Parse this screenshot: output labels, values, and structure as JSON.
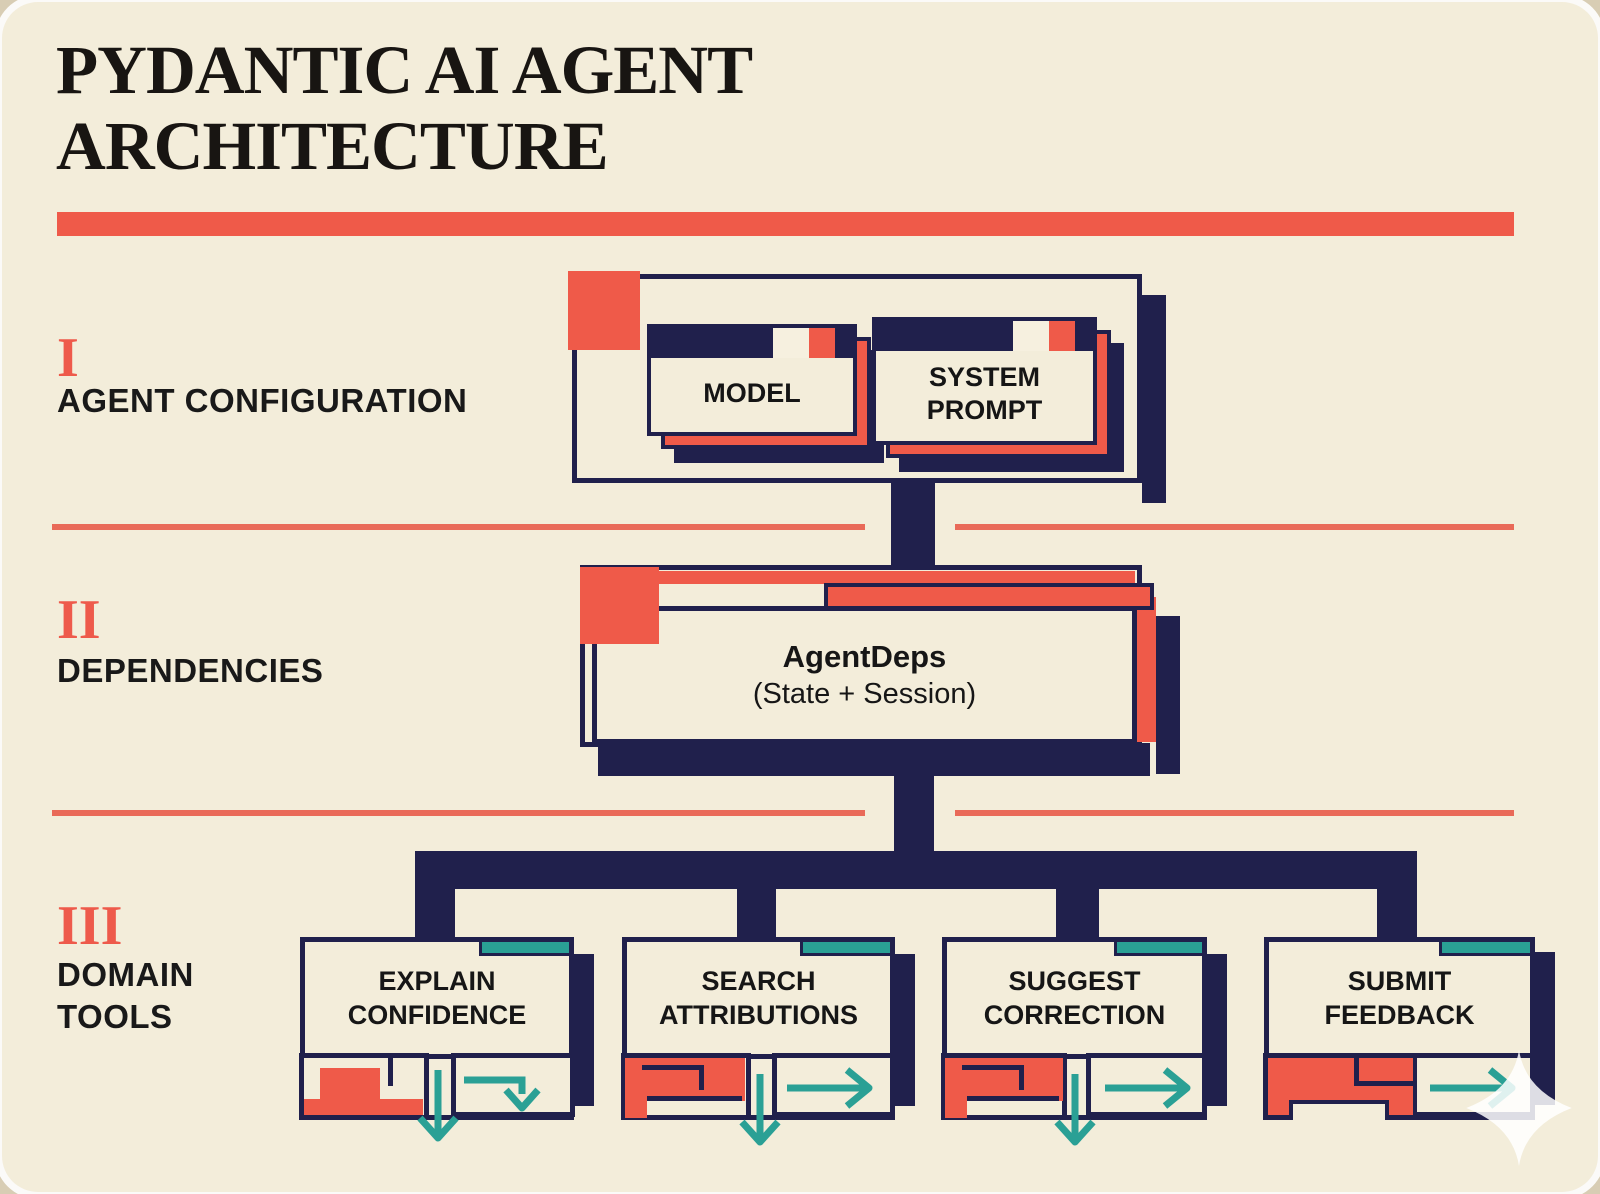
{
  "page": {
    "title_line1": "PYDANTIC AI AGENT",
    "title_line2": "ARCHITECTURE"
  },
  "colors": {
    "background_cream": "#f3edda",
    "navy": "#20204c",
    "red": "#ef5a49",
    "teal": "#2aa095",
    "ink": "#191919"
  },
  "sections": {
    "one": {
      "numeral": "I",
      "label": "AGENT CONFIGURATION"
    },
    "two": {
      "numeral": "II",
      "label": "DEPENDENCIES"
    },
    "three": {
      "numeral": "III",
      "label_line1": "DOMAIN",
      "label_line2": "TOOLS"
    }
  },
  "agent_config": {
    "model_window": {
      "title": "MODEL"
    },
    "system_prompt_window": {
      "title_line1": "SYSTEM",
      "title_line2": "PROMPT"
    }
  },
  "dependencies": {
    "title": "AgentDeps",
    "subtitle": "(State + Session)"
  },
  "domain_tools": {
    "tool1": {
      "line1": "EXPLAIN",
      "line2": "CONFIDENCE"
    },
    "tool2": {
      "line1": "SEARCH",
      "line2": "ATTRIBUTIONS"
    },
    "tool3": {
      "line1": "SUGGEST",
      "line2": "CORRECTION"
    },
    "tool4": {
      "line1": "SUBMIT",
      "line2": "FEEDBACK"
    }
  }
}
